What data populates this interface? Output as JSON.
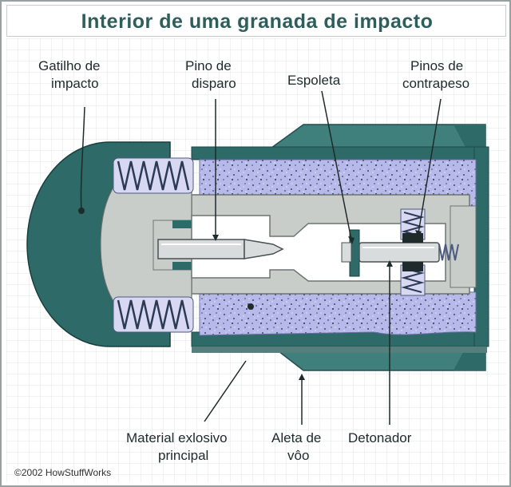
{
  "title": "Interior de uma granada de impacto",
  "labels": {
    "gatilho": [
      "Gatilho de",
      "impacto"
    ],
    "pino_disparo": [
      "Pino de",
      "disparo"
    ],
    "espoleta": [
      "Espoleta"
    ],
    "pinos_contrapeso": [
      "Pinos de",
      "contrapeso"
    ],
    "material_explosivo": [
      "Material exlosivo",
      "principal"
    ],
    "aleta": [
      "Aleta de",
      "vôo"
    ],
    "detonador": [
      "Detonador"
    ]
  },
  "credit": "©2002 HowStuffWorks",
  "colors": {
    "dark_teal": "#2e6a67",
    "teal": "#3f7f7c",
    "light_gray": "#c9cdca",
    "explosive": "#b6b8ea",
    "title": "#2d5e5c"
  }
}
